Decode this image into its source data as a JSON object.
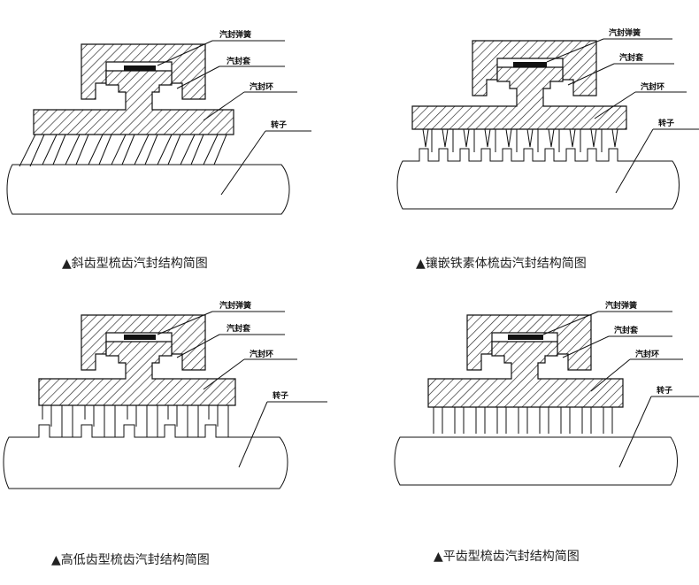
{
  "panels": [
    {
      "id": "slant",
      "caption": "▲斜齿型梳齿汽封结构简图",
      "labels": {
        "spring": "汽封弹簧",
        "sleeve": "汽封套",
        "ring": "汽封环",
        "rotor": "转子"
      }
    },
    {
      "id": "inlaid",
      "caption": "▲镶嵌铁素体梳齿汽封结构简图",
      "labels": {
        "spring": "汽封弹簧",
        "sleeve": "汽封套",
        "ring": "汽封环",
        "rotor": "转子"
      }
    },
    {
      "id": "highlow",
      "caption": "▲高低齿型梳齿汽封结构简图",
      "labels": {
        "spring": "汽封弹簧",
        "sleeve": "汽封套",
        "ring": "汽封环",
        "rotor": "转子"
      }
    },
    {
      "id": "flat",
      "caption": "▲平齿型梳齿汽封结构简图",
      "labels": {
        "spring": "汽封弹簧",
        "sleeve": "汽封套",
        "ring": "汽封环",
        "rotor": "转子"
      }
    }
  ]
}
